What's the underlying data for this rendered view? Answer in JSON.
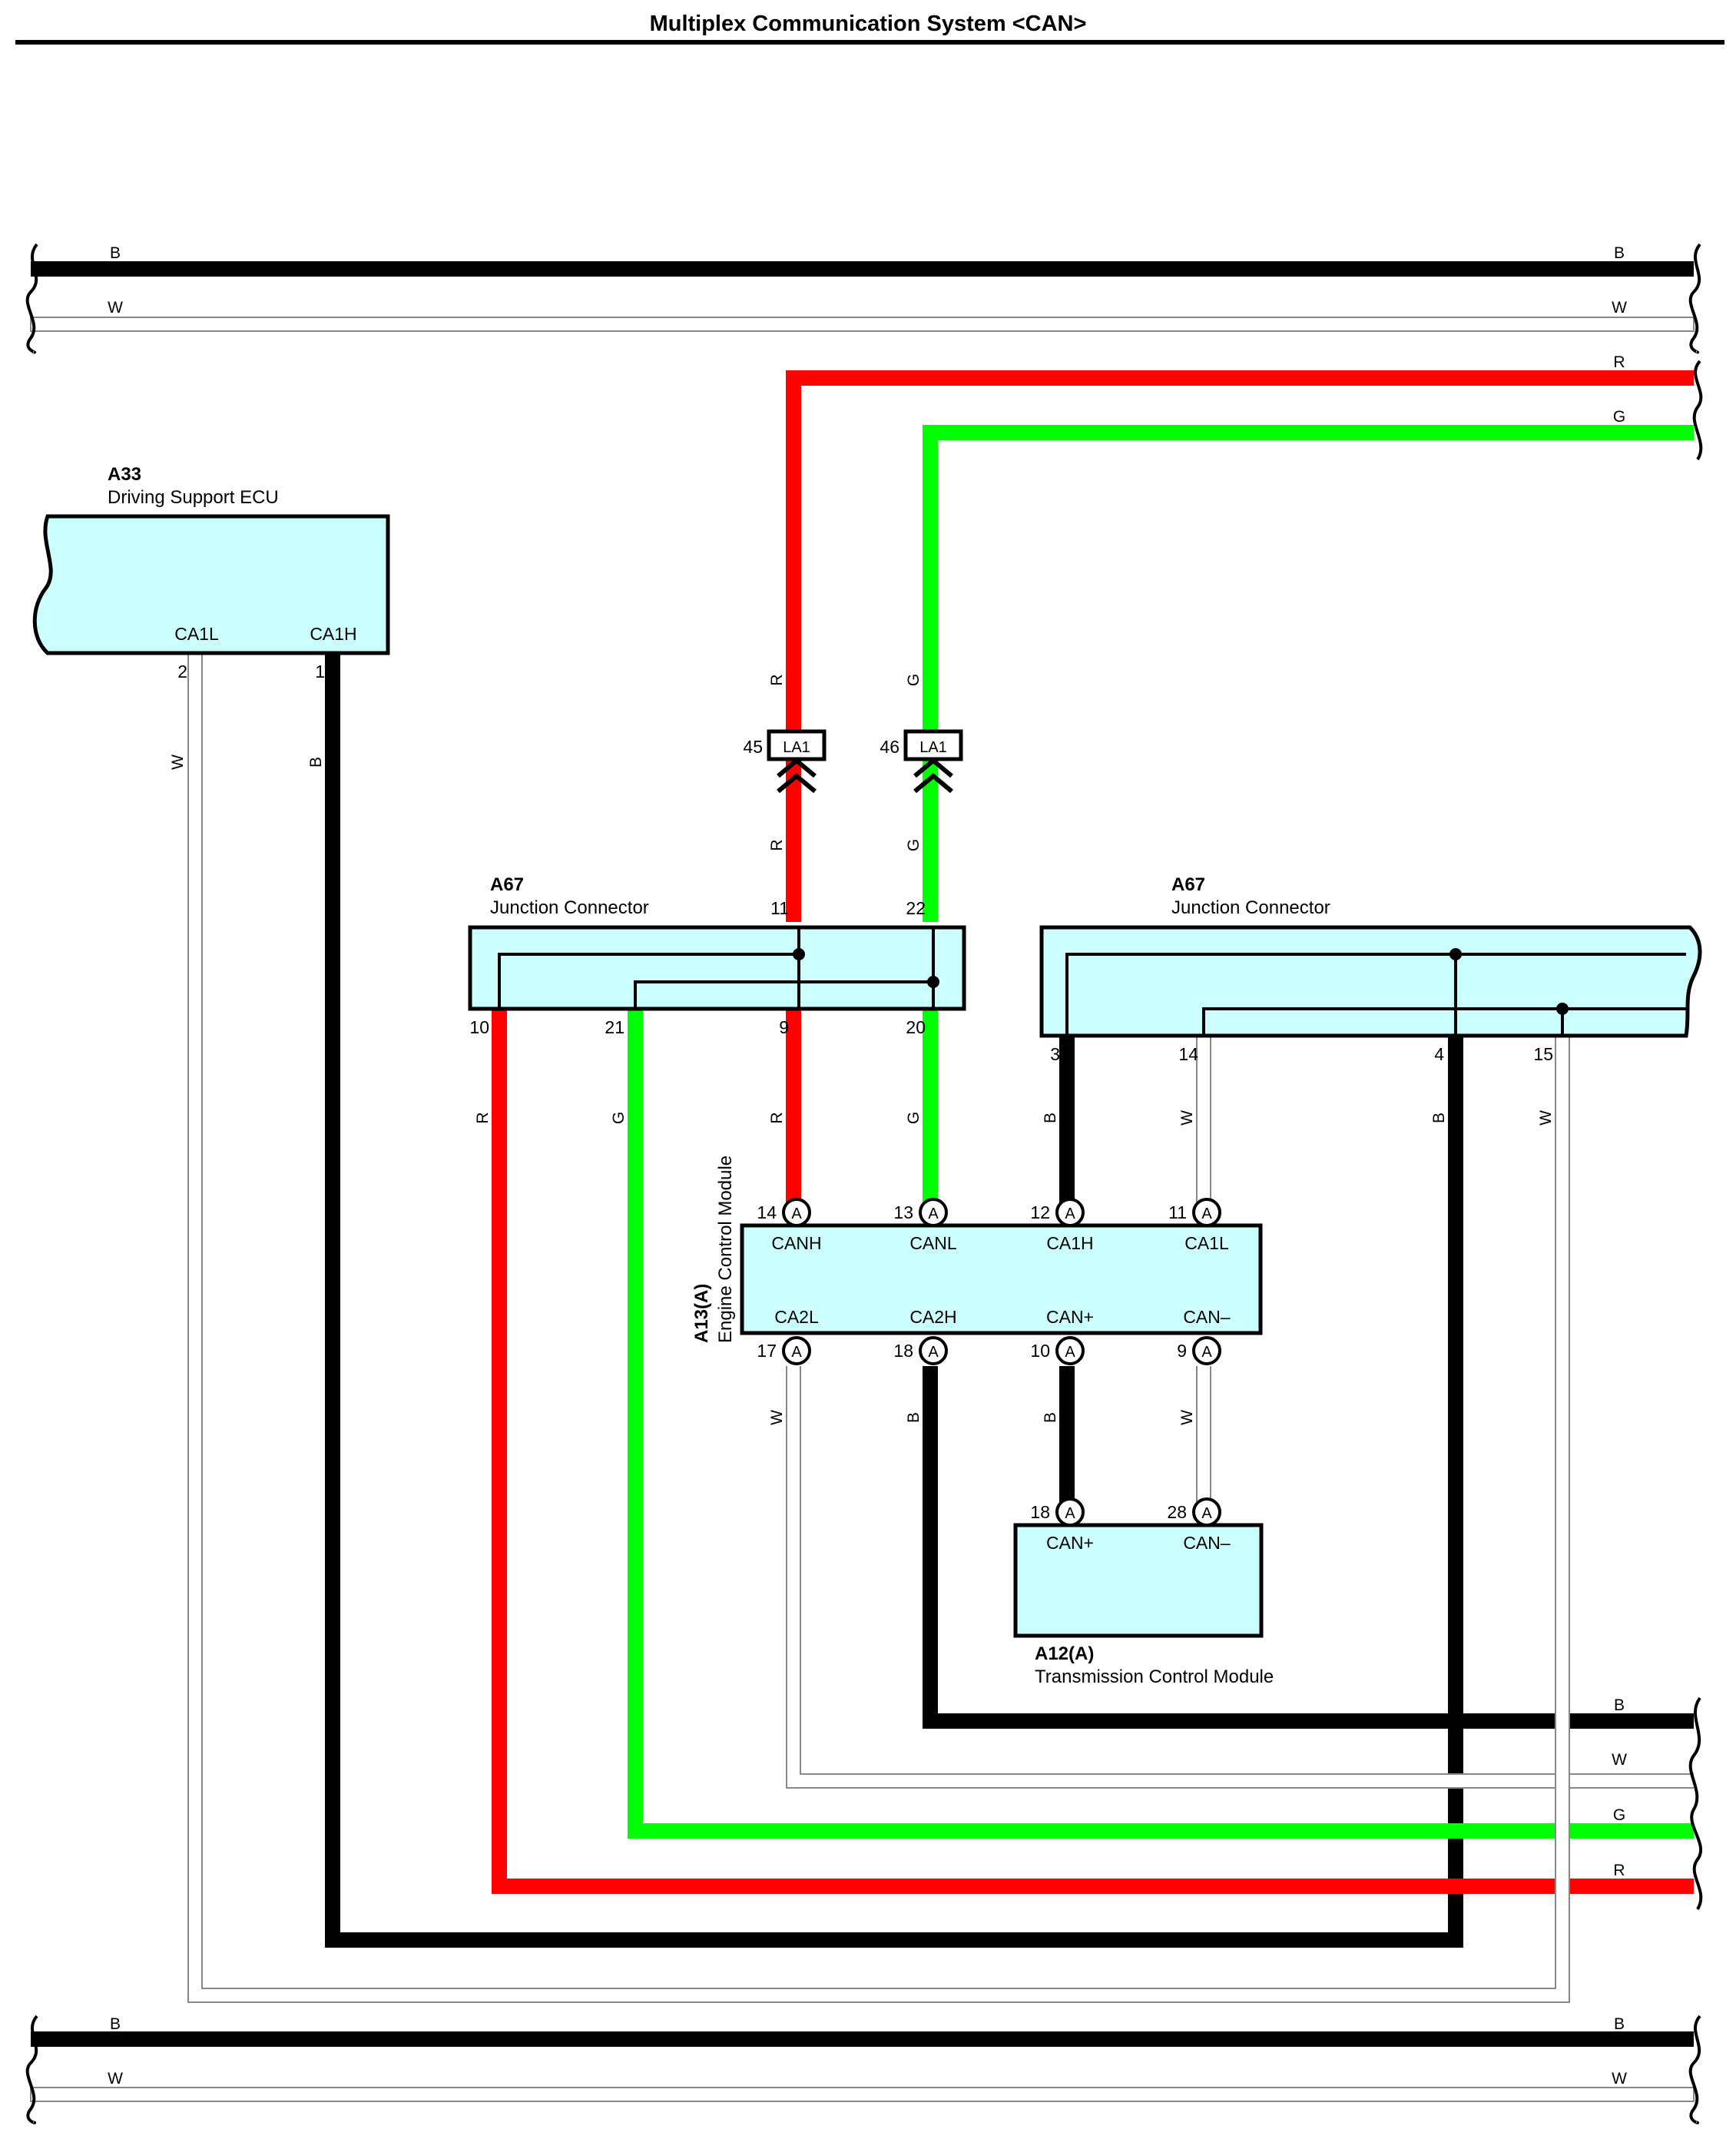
{
  "title": "Multiplex Communication System <CAN>",
  "colors": {
    "red": "#ff0000",
    "green": "#00ff00",
    "black": "#000000",
    "white_wire": "#ffffff",
    "component_fill": "#ccffff"
  },
  "wire_colors": {
    "B": "B",
    "W": "W",
    "R": "R",
    "G": "G"
  },
  "components": {
    "a33": {
      "code": "A33",
      "name": "Driving Support ECU",
      "terminals": [
        "CA1L",
        "CA1H"
      ],
      "pins": [
        "2",
        "1"
      ]
    },
    "a67_left": {
      "code": "A67",
      "name": "Junction Connector",
      "pins_top": [
        "11",
        "22"
      ],
      "pins_bottom": [
        "10",
        "21",
        "9",
        "20"
      ]
    },
    "a67_right": {
      "code": "A67",
      "name": "Junction Connector",
      "pins_bottom": [
        "3",
        "14",
        "4",
        "15"
      ]
    },
    "a13": {
      "code": "A13(A)",
      "name": "Engine Control Module",
      "top_terminals": [
        "CANH",
        "CANL",
        "CA1H",
        "CA1L"
      ],
      "top_pins": [
        "14",
        "13",
        "12",
        "11"
      ],
      "bottom_terminals": [
        "CA2L",
        "CA2H",
        "CAN+",
        "CAN–"
      ],
      "bottom_pins": [
        "17",
        "18",
        "10",
        "9"
      ],
      "connector_letter": "A"
    },
    "a12": {
      "code": "A12(A)",
      "name": "Transmission Control Module",
      "terminals": [
        "CAN+",
        "CAN–"
      ],
      "pins": [
        "18",
        "28"
      ],
      "connector_letter": "A"
    },
    "la1": {
      "code": "LA1",
      "pins": [
        "45",
        "46"
      ]
    }
  }
}
